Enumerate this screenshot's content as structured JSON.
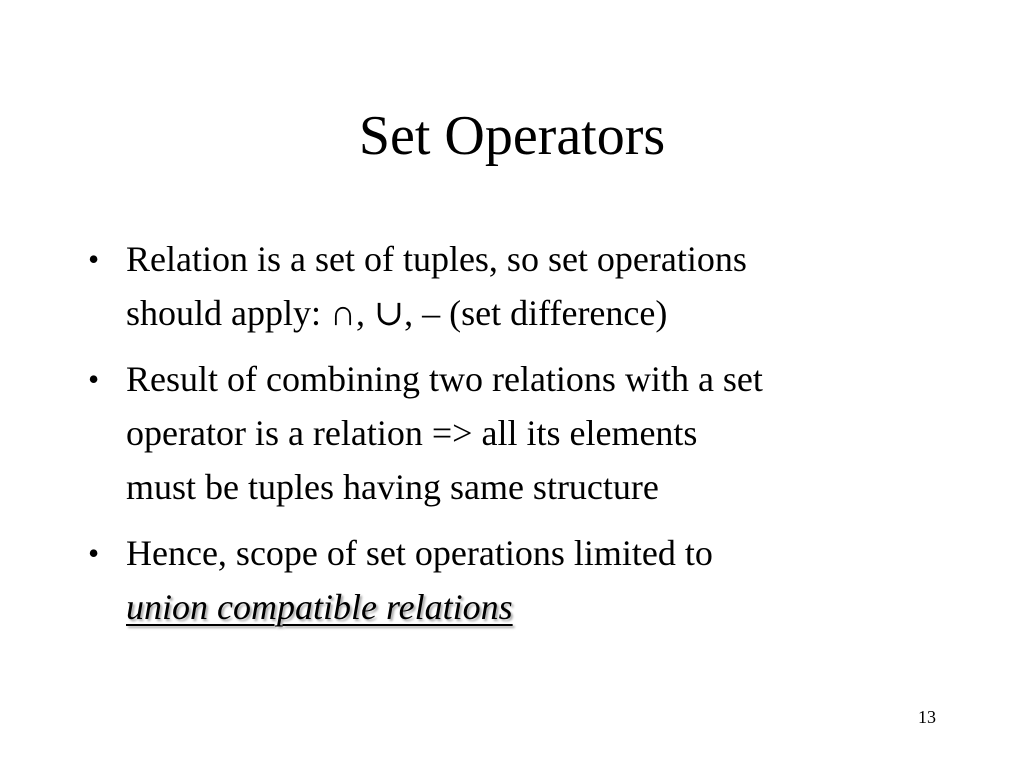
{
  "slide": {
    "title": "Set Operators",
    "bullets": [
      {
        "marker": "•",
        "lines": [
          "Relation is a set of tuples, so set operations",
          "should apply:  ∩, ∪, – (set difference)"
        ]
      },
      {
        "marker": "•",
        "lines": [
          "Result of combining two relations with a set",
          "operator is a relation => all its elements",
          "must be tuples having same structure"
        ]
      },
      {
        "marker": "•",
        "lines": [
          "Hence, scope of set operations limited to"
        ],
        "emphasis": "union compatible relations"
      }
    ],
    "page_number": "13"
  }
}
